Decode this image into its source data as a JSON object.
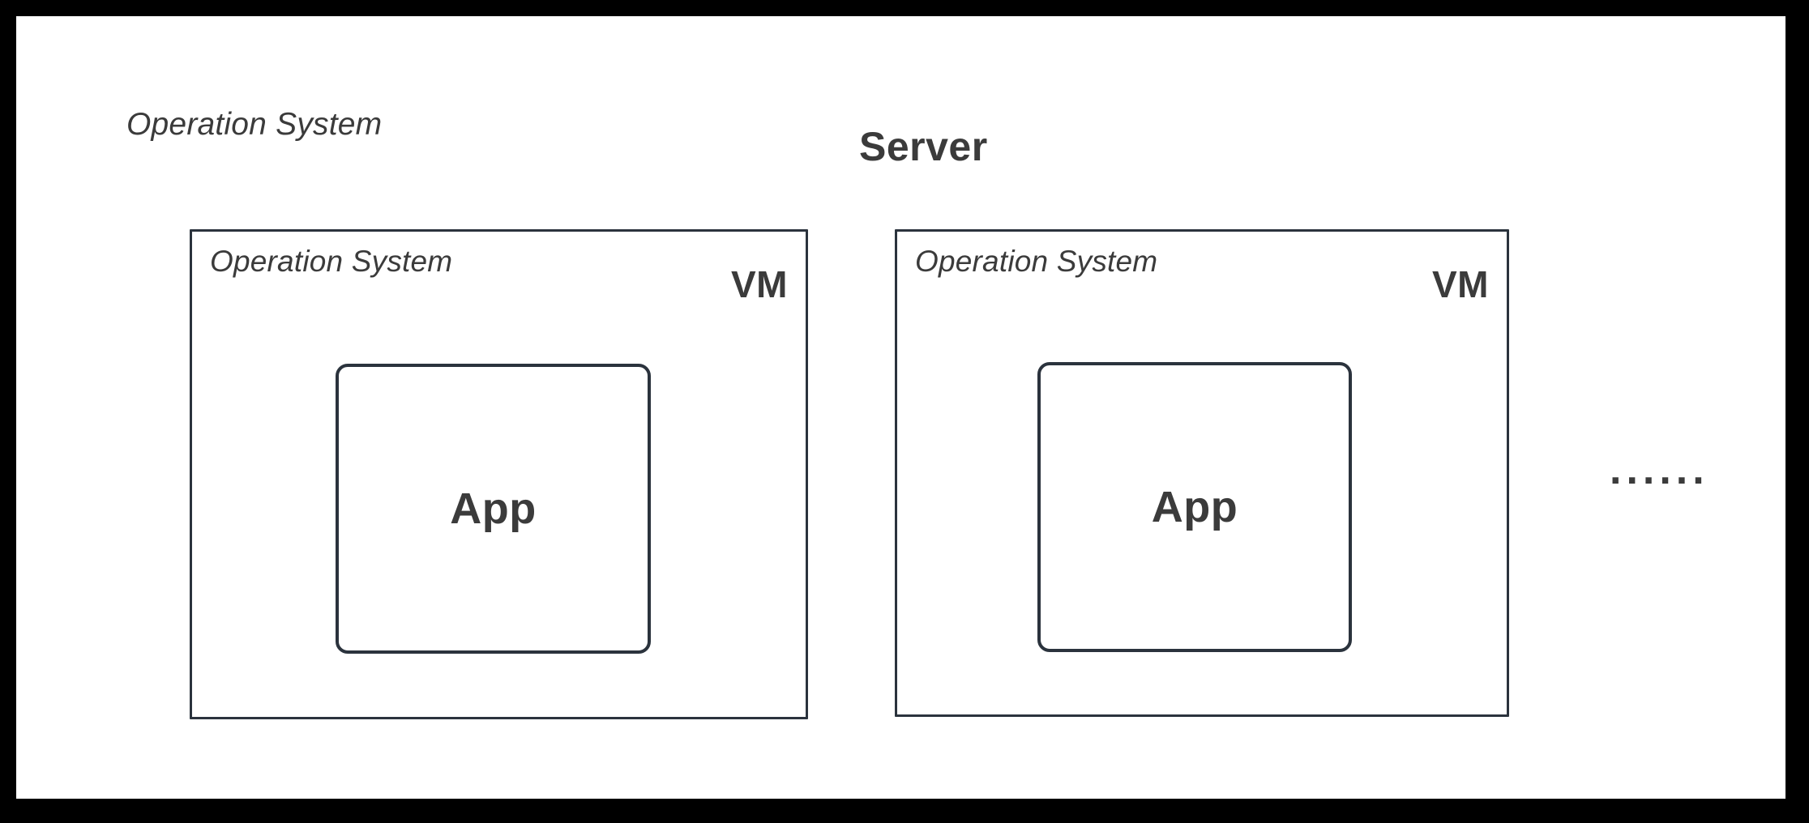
{
  "diagram": {
    "title": "Server",
    "host_os_label": "Operation System",
    "continuation_marker": "......",
    "frame_color": "#000000",
    "surface_color": "#ffffff",
    "stroke_color": "#2b333d",
    "text_color": "#3b3b3b",
    "vms": [
      {
        "os_label": "Operation System",
        "tag": "VM",
        "app_label": "App"
      },
      {
        "os_label": "Operation System",
        "tag": "VM",
        "app_label": "App"
      }
    ]
  }
}
